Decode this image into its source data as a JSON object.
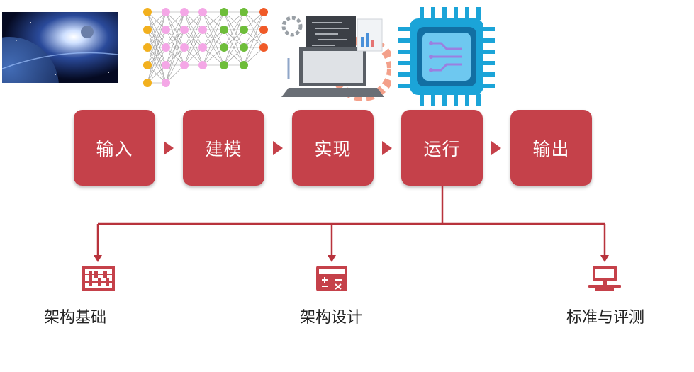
{
  "steps": [
    {
      "label": "输入"
    },
    {
      "label": "建模"
    },
    {
      "label": "实现"
    },
    {
      "label": "运行"
    },
    {
      "label": "输出"
    }
  ],
  "branches": [
    {
      "label": "架构基础",
      "icon": "abacus-icon"
    },
    {
      "label": "架构设计",
      "icon": "calculator-icon"
    },
    {
      "label": "标准与评测",
      "icon": "computer-icon"
    }
  ],
  "colors": {
    "accent": "#c5414a",
    "line": "#b8333c"
  }
}
